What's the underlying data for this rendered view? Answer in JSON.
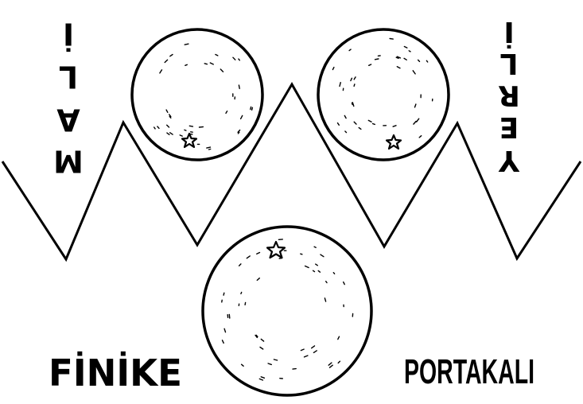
{
  "artwork": {
    "left_word_letters": [
      "M",
      "A",
      "L",
      "İ"
    ],
    "right_word_letters": [
      "Y",
      "E",
      "R",
      "L",
      "İ"
    ],
    "caption_left": "FİNİKE",
    "caption_right": "PORTAKALI",
    "line_color": "#000000",
    "background_color": "#ffffff"
  }
}
